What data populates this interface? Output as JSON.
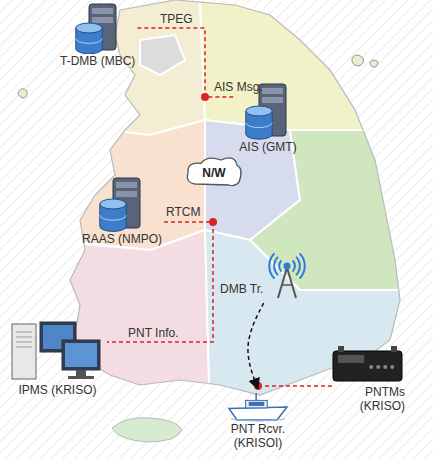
{
  "diagram": {
    "nodes": [
      {
        "text": [
          "T-DMB (MBC)"
        ]
      },
      {
        "text": [
          "AIS (GMT)"
        ]
      },
      {
        "text": [
          "RAAS (NMPO)"
        ]
      },
      {
        "text": [
          "N/W"
        ]
      },
      {
        "text": [
          "DMB Tr."
        ]
      },
      {
        "text": [
          "PNTMs (KRISO)"
        ]
      },
      {
        "text": [
          "IPMS (KRISO)"
        ]
      },
      {
        "text": [
          "PNT Rcvr. (KRISOI)"
        ]
      }
    ],
    "edges": [
      {
        "from": 0,
        "to": 1,
        "label": "TPEG",
        "arrow": "none"
      },
      {
        "from": 2,
        "to": 6,
        "label": "PNT Info.",
        "arrow": "none"
      },
      {
        "from": 4,
        "to": 7,
        "arrow": "to"
      }
    ],
    "labels": [
      "AIS Msg.",
      "RTCM"
    ]
  }
}
